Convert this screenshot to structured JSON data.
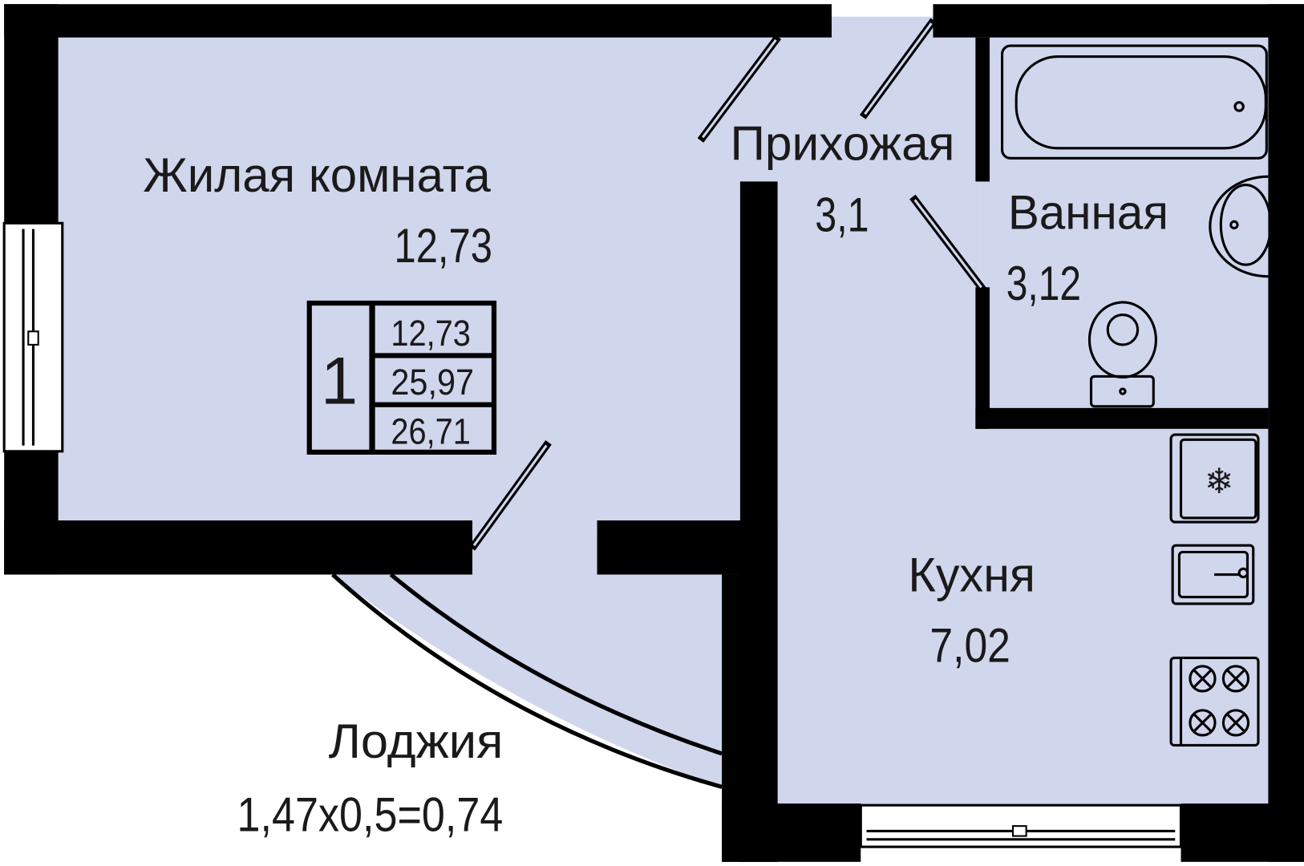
{
  "rooms": {
    "living": {
      "name": "Жилая комната",
      "area": "12,73"
    },
    "hall": {
      "name": "Прихожая",
      "area": "3,1"
    },
    "bath": {
      "name": "Ванная",
      "area": "3,12"
    },
    "kitchen": {
      "name": "Кухня",
      "area": "7,02"
    },
    "loggia": {
      "name": "Лоджия",
      "area": "1,47x0,5=0,74"
    }
  },
  "summary": {
    "rooms_count": "1",
    "living_area": "12,73",
    "total_area": "25,97",
    "total_with_loggia": "26,71"
  },
  "colors": {
    "floor": "#d0d6ec",
    "wall": "#000000"
  }
}
